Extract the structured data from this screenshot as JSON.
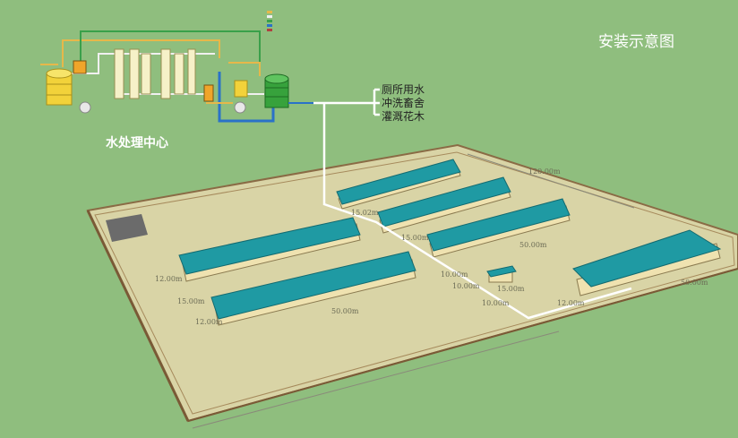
{
  "title": "安装示意图",
  "center_label": "水处理中心",
  "uses": [
    "厕所用水",
    "冲洗畜舍",
    "灌溉花木"
  ],
  "dimensions": {
    "overall_width": "120.00m",
    "gap_a": "15.02m",
    "gap_b": "15.00m",
    "gap_c": "10.00m",
    "house_length_a": "50.00m",
    "house_length_b": "50.00m",
    "house_length_c": "50.00m",
    "house_width_a": "12.00m",
    "house_width_b": "12.00m",
    "house_width_c": "12.00m",
    "gap_d": "15.00m",
    "gap_e": "15.00m",
    "gap_f": "10.00m",
    "gap_g": "10.00m"
  },
  "colors": {
    "background": "#8fbe7e",
    "ground": "#d9d4a6",
    "roof": "#1f9aa3",
    "wall": "#efe2b0",
    "pipe": "#ffffff",
    "fence": "#8a6b45"
  }
}
